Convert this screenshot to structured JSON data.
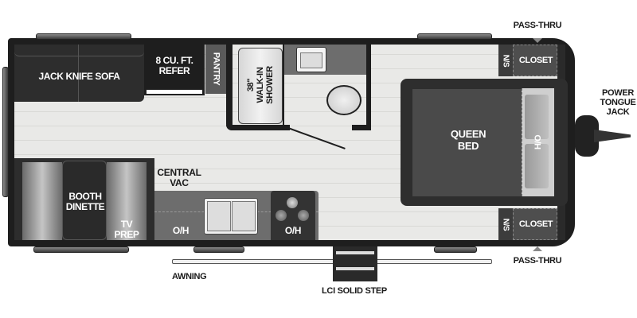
{
  "floorplan": {
    "rooms": {
      "sofa": "JACK KNIFE SOFA",
      "refer": "8 CU. FT.\nREFER",
      "pantry": "PANTRY",
      "shower": "38\"\nWALK-IN\nSHOWER",
      "closet_top": "CLOSET",
      "closet_bottom": "CLOSET",
      "ns_top": "N/S",
      "ns_bottom": "N/S",
      "bed": "QUEEN\nBED",
      "bed_oh": "O/H",
      "dinette": "BOOTH\nDINETTE",
      "tv_prep": "TV\nPREP",
      "central_vac": "CENTRAL\nVAC",
      "kitchen_oh_left": "O/H",
      "kitchen_oh_right": "O/H"
    },
    "callouts": {
      "pass_thru_top": "PASS-THRU",
      "pass_thru_bottom": "PASS-THRU",
      "tongue_jack": "POWER\nTONGUE\nJACK",
      "awning": "AWNING",
      "step": "LCI SOLID STEP"
    },
    "colors": {
      "wall": "#1e1e1e",
      "floor": "#ececea",
      "furniture_dark": "#2d2d2d",
      "cabinet": "#6d6d6d",
      "bed": "#4a4a4a"
    }
  }
}
